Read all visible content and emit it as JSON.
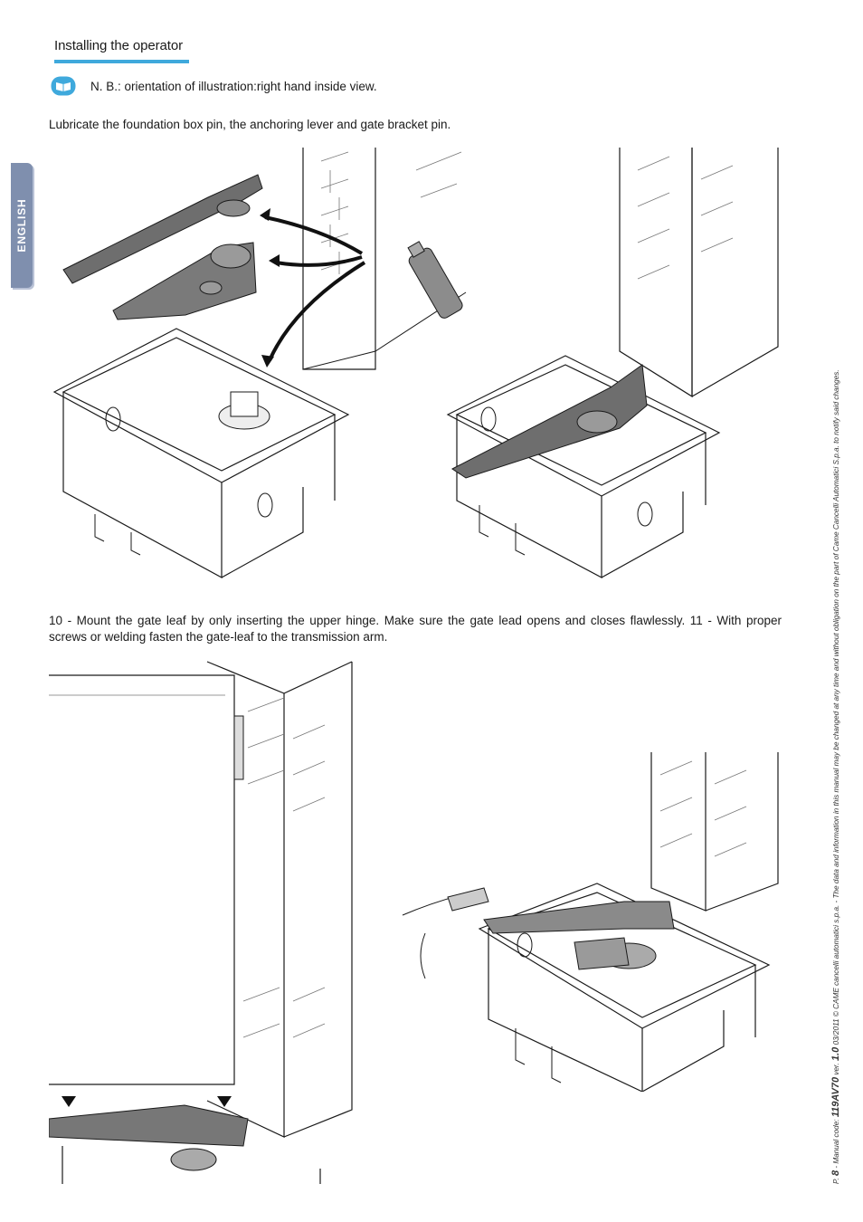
{
  "header": {
    "section_title": "Installing the operator",
    "accent_color": "#3fa9dc"
  },
  "note": {
    "icon": "manual-book-icon",
    "text": "N. B.: orientation of illustration:right hand inside view."
  },
  "lubricate_instruction": "Lubricate the foundation box pin, the anchoring lever and gate bracket pin.",
  "side_tab": {
    "label": "ENGLISH",
    "color": "#7f8fae"
  },
  "step_instruction": "10 - Mount the gate leaf by only inserting the upper hinge. Make sure the gate lead opens and closes flawlessly. 11 - With proper screws or welding fasten the gate-leaf to the transmission arm.",
  "footer": {
    "page_prefix": "P.",
    "page_number": "8",
    "manual_code_label": "- Manual code:",
    "manual_code": "119AV70",
    "version_label": "ver.",
    "version": "1.0",
    "date_and_copyright": "03/2011 © CAME cancelli automatici s.p.a. - The data and information in this manual may be changed at any time and without obligation on the part of Came Cancelli Automatici S.p.a. to notify said changes."
  }
}
